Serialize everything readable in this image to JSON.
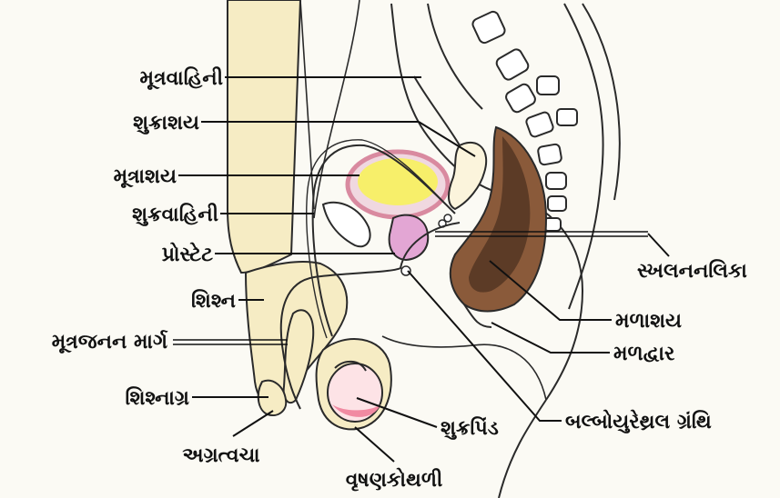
{
  "colors": {
    "background": "#fbfaf4",
    "skin": "#f6ecc4",
    "outline": "#2a2a2a",
    "bladder_fill": "#f7ef6a",
    "bladder_wall": "#d98aa0",
    "prostate": "#e3a6d4",
    "rectum_dark": "#5c3b26",
    "rectum_mid": "#8a5a3a",
    "testis_pink": "#f18aa2",
    "bone": "#ffffff",
    "text": "#111111"
  },
  "labels": {
    "ureter": "મૂત્રવાહિની",
    "seminal_vesicle": "શુક્રાશય",
    "urinary_bladder": "મૂત્રાશય",
    "vas_deferens": "શુક્રવાહિની",
    "prostate": "પ્રોસ્ટેટ",
    "penis": "શિશ્ન",
    "urethra": "મૂત્રજનન માર્ગ",
    "glans_penis": "શિશ્નાગ્ર",
    "foreskin": "અગ્રત્વચા",
    "scrotum": "વૃષણકોથળી",
    "testis": "શુક્રપિંડ",
    "bulbourethral_gland": "બલ્બોયુરેથ્રલ ગ્રંથિ",
    "anus": "મળદ્વાર",
    "rectum": "મળાશય",
    "ejaculatory_duct": "સ્ખલનનલિકા"
  }
}
